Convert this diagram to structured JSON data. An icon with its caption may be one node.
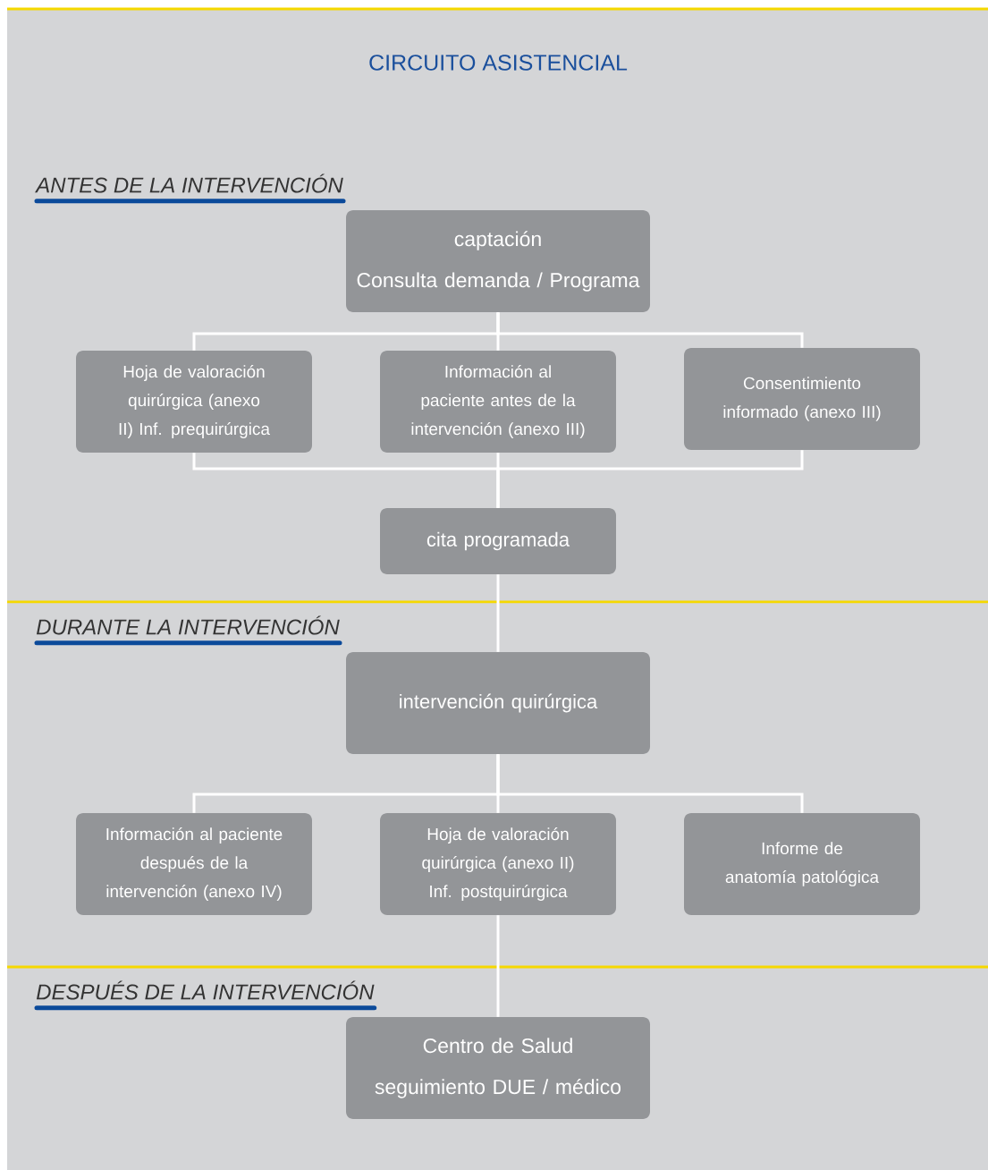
{
  "diagram": {
    "title": "CIRCUITO ASISTENCIAL",
    "nodes": [
      {
        "text": [
          "captación",
          "Consulta demanda / Programa"
        ]
      },
      {
        "text": [
          "Hoja de valoración quirúrgica (anexo II) Inf. prequirúrgica"
        ]
      },
      {
        "text": [
          "Información al paciente antes de la intervención (anexo III)"
        ]
      },
      {
        "text": [
          "Consentimiento informado (anexo III)"
        ]
      },
      {
        "text": [
          "cita programada"
        ]
      },
      {
        "text": [
          "intervención quirúrgica"
        ]
      },
      {
        "text": [
          "Información al paciente después de la intervención (anexo IV)"
        ]
      },
      {
        "text": [
          "Hoja de valoración quirúrgica (anexo II) Inf. postquirúrgica"
        ]
      },
      {
        "text": [
          "Informe de anatomía patológica"
        ]
      },
      {
        "text": [
          "Centro de Salud",
          "seguimiento DUE / médico"
        ]
      }
    ],
    "edges": [
      {
        "from": 0,
        "to": 1,
        "arrow": "none"
      },
      {
        "from": 0,
        "to": 2,
        "arrow": "none"
      },
      {
        "from": 0,
        "to": 3,
        "arrow": "none"
      },
      {
        "from": 1,
        "to": 4,
        "arrow": "none"
      },
      {
        "from": 2,
        "to": 4,
        "arrow": "none"
      },
      {
        "from": 3,
        "to": 4,
        "arrow": "none"
      },
      {
        "from": 4,
        "to": 5,
        "arrow": "none"
      },
      {
        "from": 5,
        "to": 6,
        "arrow": "none"
      },
      {
        "from": 5,
        "to": 7,
        "arrow": "none"
      },
      {
        "from": 5,
        "to": 8,
        "arrow": "none"
      },
      {
        "from": 7,
        "to": 9,
        "arrow": "none"
      }
    ],
    "labels": [
      "ANTES DE LA INTERVENCIÓN",
      "DURANTE LA INTERVENCIÓN",
      "DESPUÉS DE LA INTERVENCIÓN"
    ]
  }
}
